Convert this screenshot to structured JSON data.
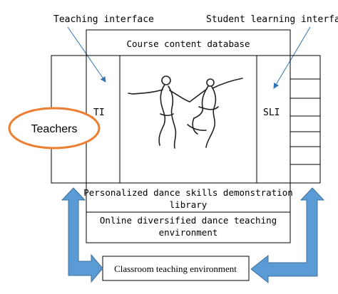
{
  "labels": {
    "teaching_interface": "Teaching interface",
    "student_learning_interface": "Student learning interface",
    "course_content_database": "Course content database",
    "ti": "TI",
    "sli": "SLI",
    "teachers": "Teachers",
    "library_line1": "Personalized dance skills demonstration",
    "library_line2": "library",
    "online_line1": "Online diversified dance teaching",
    "online_line2": "environment",
    "classroom": "Classroom teaching environment"
  },
  "colors": {
    "arrow_fill": "#5b9bd5",
    "arrow_stroke": "#41719c",
    "teachers_ellipse": "#ed7d31",
    "line": "#000000"
  },
  "icons": {
    "center_image": "dancing-couple-sketch-icon"
  }
}
